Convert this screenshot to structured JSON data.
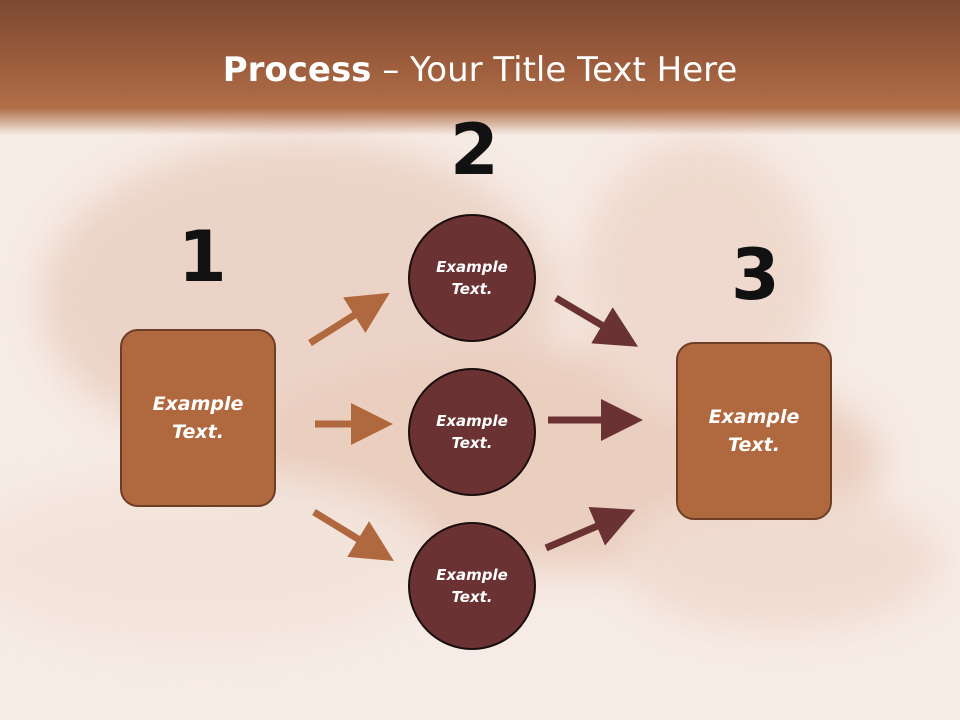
{
  "slide": {
    "title_bold": "Process",
    "title_rest": " – Your Title Text Here",
    "steps": [
      {
        "number": "1",
        "text": "Example Text."
      },
      {
        "number": "2",
        "text": "Example Text."
      },
      {
        "number": "3",
        "text": "Example Text."
      }
    ],
    "circles": [
      {
        "text": "Example Text."
      },
      {
        "text": "Example Text."
      },
      {
        "text": "Example Text."
      }
    ]
  },
  "colors": {
    "title_bar": "#9b5c3c",
    "box_fill": "#b0693f",
    "circle_fill": "#6a3232",
    "arrow_light": "#b0693f",
    "arrow_dark": "#6a3232"
  }
}
